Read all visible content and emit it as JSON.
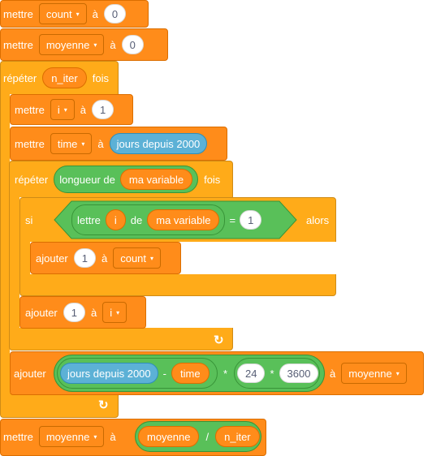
{
  "blocks": {
    "set_count": {
      "label": "mettre",
      "var": "count",
      "to": "à",
      "value": "0"
    },
    "set_moy": {
      "label": "mettre",
      "var": "moyenne",
      "to": "à",
      "value": "0"
    },
    "repeat_outer": {
      "label": "répéter",
      "count_var": "n_iter",
      "suffix": "fois"
    },
    "set_i": {
      "label": "mettre",
      "var": "i",
      "to": "à",
      "value": "1"
    },
    "set_time": {
      "label": "mettre",
      "var": "time",
      "to": "à",
      "reporter": "jours depuis 2000"
    },
    "repeat_inner": {
      "label": "répéter",
      "op": "longueur de",
      "arg": "ma variable",
      "suffix": "fois"
    },
    "if_block": {
      "label": "si",
      "op": "lettre",
      "idx": "i",
      "of": "de",
      "arg": "ma variable",
      "eq": "=",
      "value": "1",
      "then": "alors"
    },
    "add_count": {
      "label": "ajouter",
      "value": "1",
      "to": "à",
      "var": "count"
    },
    "add_i": {
      "label": "ajouter",
      "value": "1",
      "to": "à",
      "var": "i"
    },
    "add_moy": {
      "label": "ajouter",
      "reporter": "jours depuis 2000",
      "minus": "-",
      "var_time": "time",
      "times": "*",
      "n1": "24",
      "times2": "*",
      "n2": "3600",
      "to": "à",
      "var": "moyenne"
    },
    "set_moy_final": {
      "label": "mettre",
      "var": "moyenne",
      "to": "à",
      "var_a": "moyenne",
      "div": "/",
      "var_b": "n_iter"
    }
  },
  "icons": {
    "dropdown": "▾",
    "repeat_arrow": "↻"
  },
  "colors": {
    "variables": "#ff8c1a",
    "control": "#ffab19",
    "operators": "#59c059",
    "sensing": "#5cb1d6"
  }
}
